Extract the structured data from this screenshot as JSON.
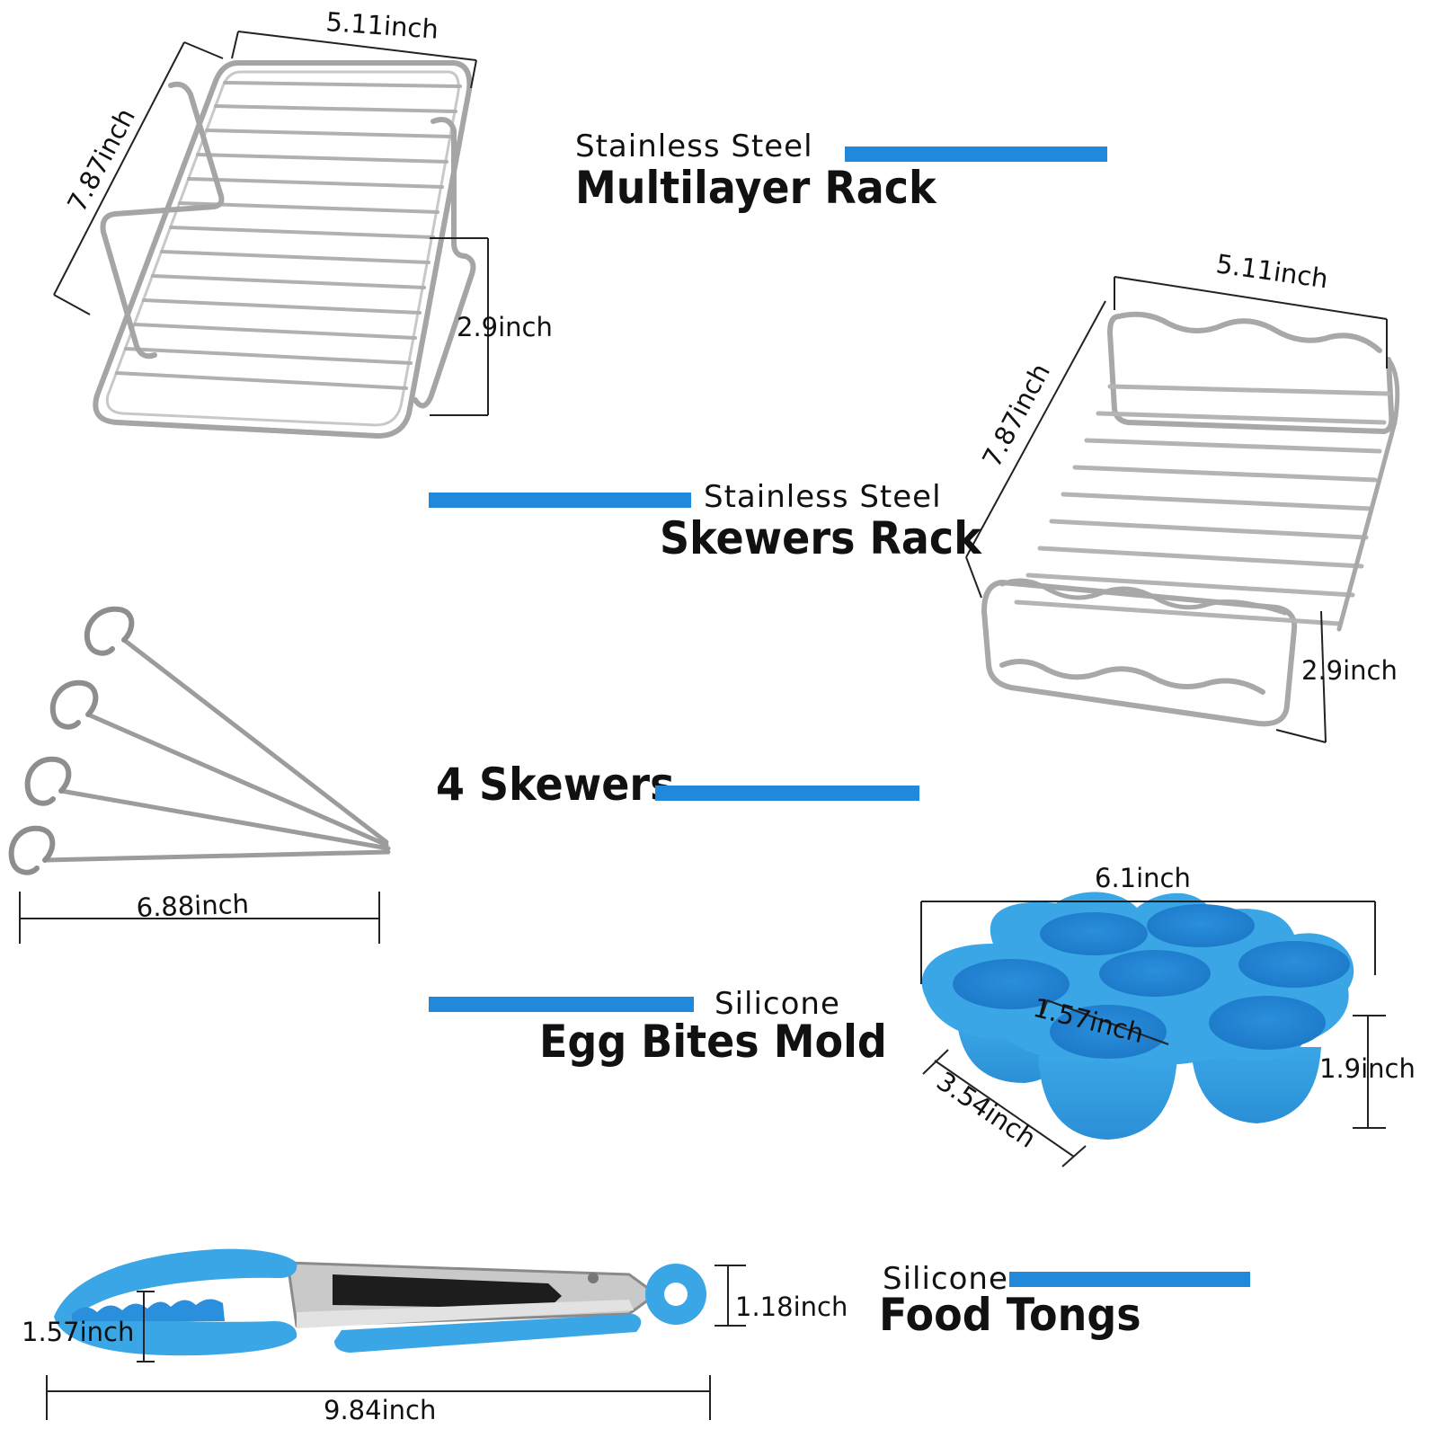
{
  "accent_color": "#2189dc",
  "silicone_color": "#3aa6e6",
  "products": {
    "multilayer_rack": {
      "material": "Stainless Steel",
      "name": "Multilayer Rack",
      "dim_width": "5.11inch",
      "dim_depth": "7.87inch",
      "dim_height": "2.9inch"
    },
    "skewers_rack": {
      "material": "Stainless Steel",
      "name": "Skewers Rack",
      "dim_width": "5.11inch",
      "dim_depth": "7.87inch",
      "dim_height": "2.9inch"
    },
    "skewers": {
      "name": "4 Skewers",
      "dim_length": "6.88inch"
    },
    "egg_bites_mold": {
      "material": "Silicone",
      "name": "Egg Bites Mold",
      "dim_width": "6.1inch",
      "dim_cup": "1.57inch",
      "dim_depth": "3.54inch",
      "dim_height": "1.9inch"
    },
    "food_tongs": {
      "material": "Silicone",
      "name": "Food Tongs",
      "dim_head": "1.57inch",
      "dim_ring": "1.18inch",
      "dim_length": "9.84inch"
    }
  }
}
